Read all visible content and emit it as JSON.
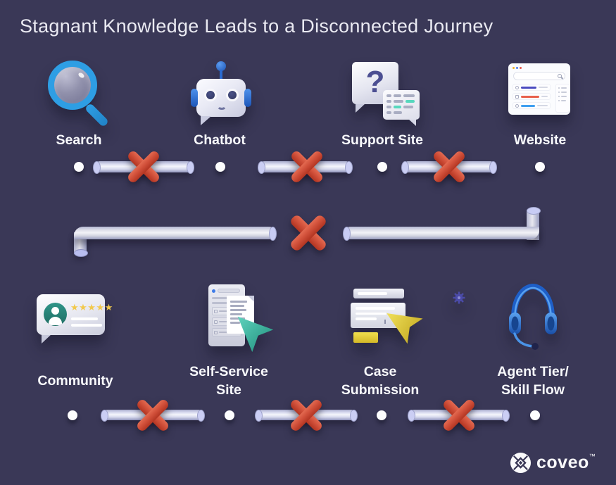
{
  "title": "Stagnant Knowledge Leads to a Disconnected Journey",
  "top_row": {
    "items": [
      {
        "name": "search",
        "label": "Search"
      },
      {
        "name": "chatbot",
        "label": "Chatbot"
      },
      {
        "name": "support-site",
        "label": "Support Site"
      },
      {
        "name": "website",
        "label": "Website"
      }
    ]
  },
  "bottom_row": {
    "items": [
      {
        "name": "community",
        "line1": "Community",
        "line2": ""
      },
      {
        "name": "self-service-site",
        "line1": "Self-Service",
        "line2": "Site"
      },
      {
        "name": "case-submission",
        "line1": "Case",
        "line2": "Submission"
      },
      {
        "name": "agent-tier-skill-flow",
        "line1": "Agent Tier/",
        "line2": "Skill Flow"
      }
    ]
  },
  "icons": {
    "community": {
      "stars": "★★★★★"
    },
    "support_site": {
      "question_mark": "?"
    }
  },
  "logo": {
    "text": "coveo",
    "trademark": "™"
  },
  "colors": {
    "background": "#3A3857",
    "title_text": "#EAEAF2",
    "label_text": "#F8F9FC",
    "pipe": "#D8DAEE",
    "pipe_cap": "#C8CCF4",
    "x_mark_red": "#C7452F",
    "dot_white": "#FDFDFE",
    "search_blue": "#2E9EE4",
    "chatbot_blue": "#2C6BD0",
    "question_purple": "#4C4F92",
    "teal_accent": "#35B8A0",
    "star_yellow": "#F2C94C",
    "case_yellow": "#E3CC3E",
    "headset_blue": "#2677E0",
    "logo_white": "#FAFAFC"
  }
}
